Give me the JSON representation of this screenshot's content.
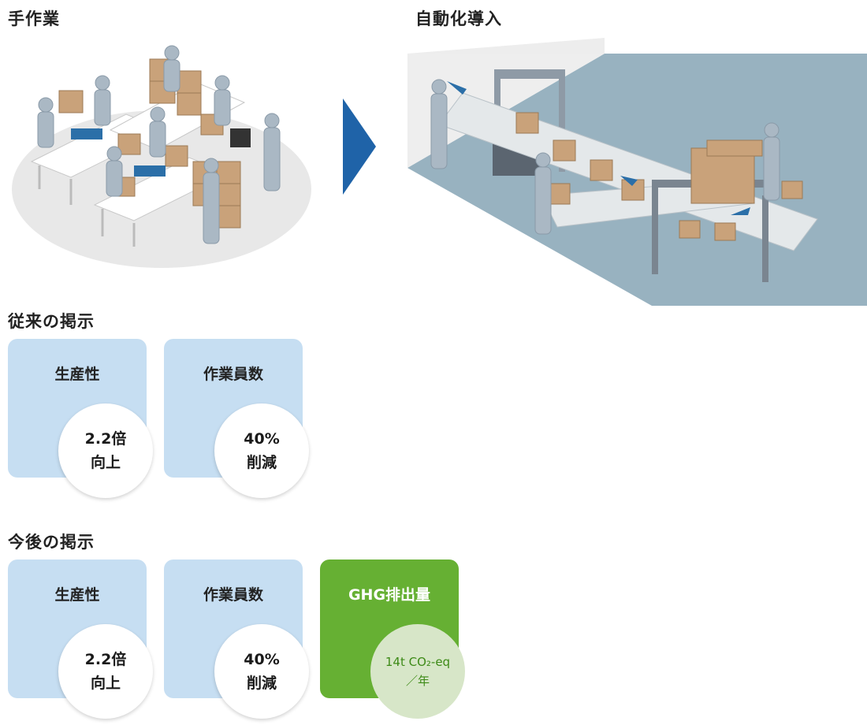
{
  "headings": {
    "manual": "手作業",
    "automation": "自動化導入",
    "previous": "従来の掲示",
    "future": "今後の掲示"
  },
  "previous_cards": [
    {
      "title": "生産性",
      "value": "2.2倍",
      "sub": "向上"
    },
    {
      "title": "作業員数",
      "value": "40%",
      "sub": "削減"
    }
  ],
  "future_cards": [
    {
      "title": "生産性",
      "value": "2.2倍",
      "sub": "向上"
    },
    {
      "title": "作業員数",
      "value": "40%",
      "sub": "削減"
    },
    {
      "title": "GHG排出量",
      "value": "14t CO₂-eq",
      "sub": "／年"
    }
  ],
  "colors": {
    "card_blue": "#c6def2",
    "card_green": "#66b033",
    "circle_green": "#d7e6c8",
    "arrow": "#1f63a8"
  }
}
